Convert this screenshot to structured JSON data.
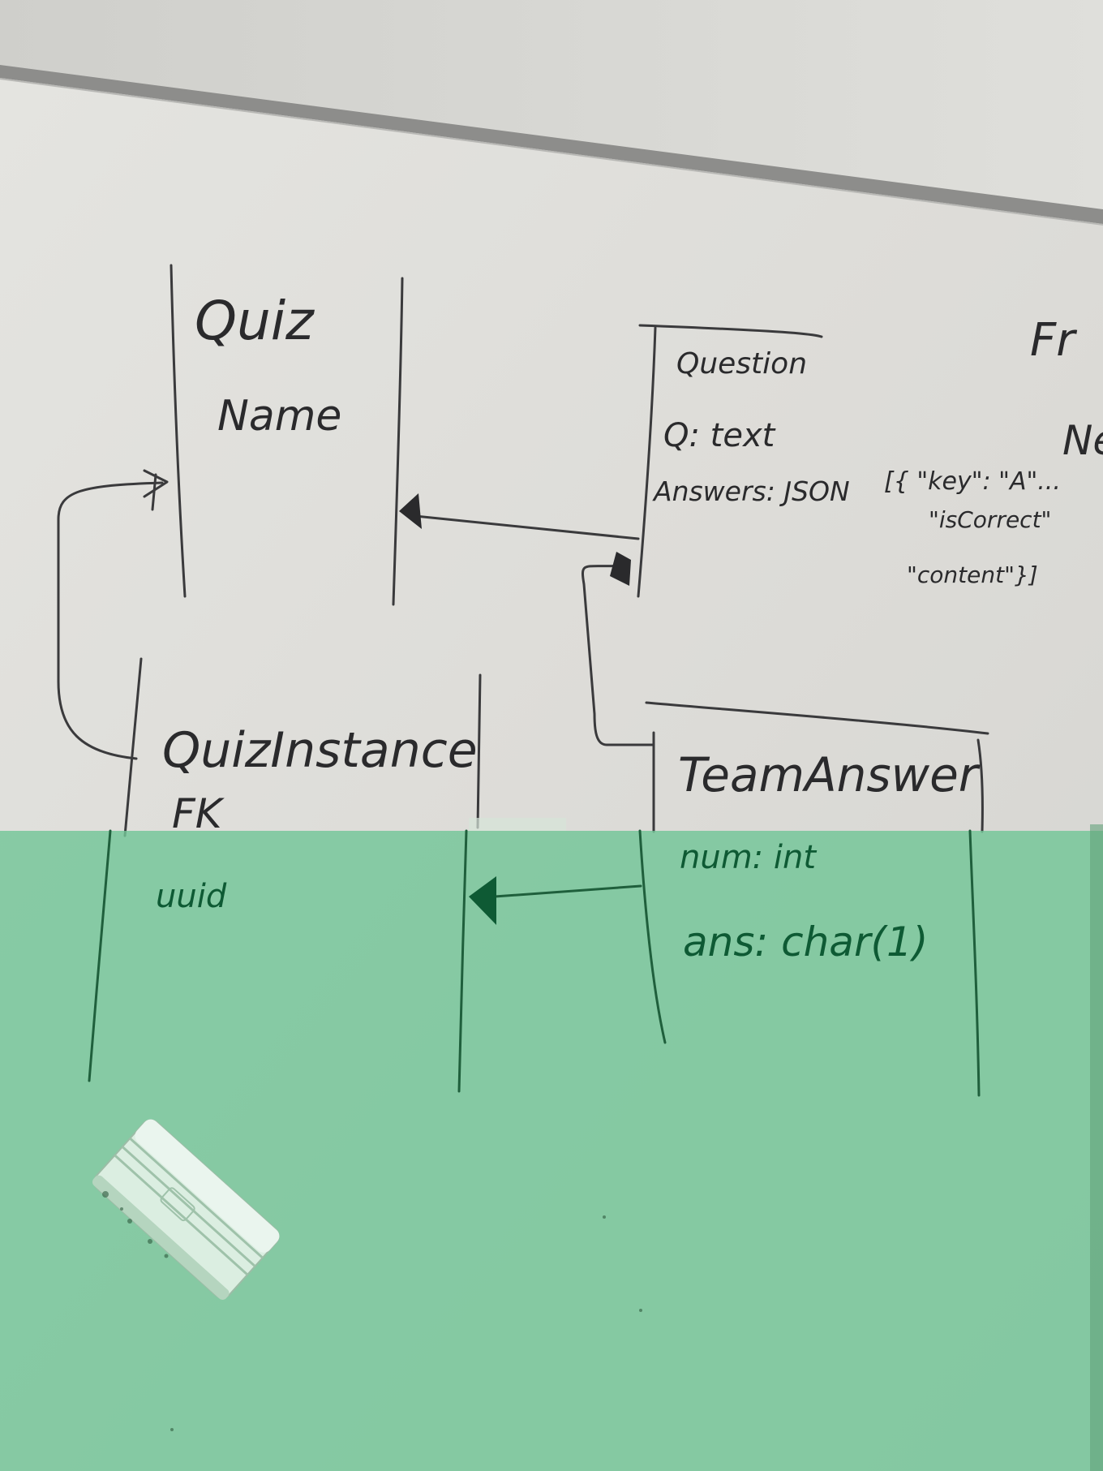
{
  "whiteboard": {
    "colors": {
      "board_top": "#e6e6e2",
      "board_mid": "#dcdcd8",
      "wall": "#dadad6",
      "frame_rail": "#8a8a88",
      "ink": "#2a2a2c",
      "green_overlay": "#66c08c",
      "green_ink": "#0e5a34",
      "eraser": "#e9eee9"
    },
    "entities": {
      "quiz": {
        "title": "Quiz",
        "fields": [
          "Name"
        ]
      },
      "question": {
        "title": "Question",
        "fields": [
          "Q: text",
          "Answers: JSON"
        ]
      },
      "quiz_instance": {
        "title": "QuizInstance",
        "fields": [
          "FK",
          "uuid"
        ]
      },
      "team_answer": {
        "title": "TeamAnswer",
        "fields": [
          "num: int",
          "ans: char(1)"
        ]
      }
    },
    "json_note": {
      "lines": [
        "[{ \"key\": \"A\"...",
        "\"isCorrect\"",
        "\"content\"}]"
      ]
    },
    "partial_text": {
      "fr": "Fr",
      "ne": "Ne"
    },
    "icons": [
      "eraser-icon"
    ]
  }
}
